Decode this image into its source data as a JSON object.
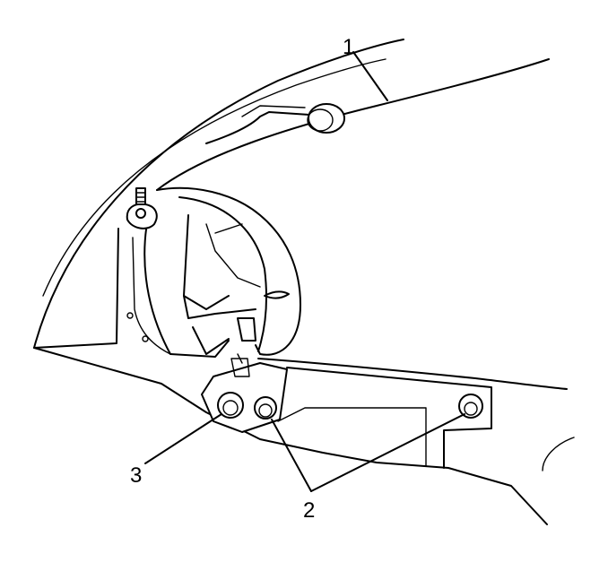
{
  "callouts": {
    "one": "1",
    "two": "2",
    "three": "3"
  },
  "colors": {
    "stroke": "#000000",
    "background": "#ffffff"
  }
}
